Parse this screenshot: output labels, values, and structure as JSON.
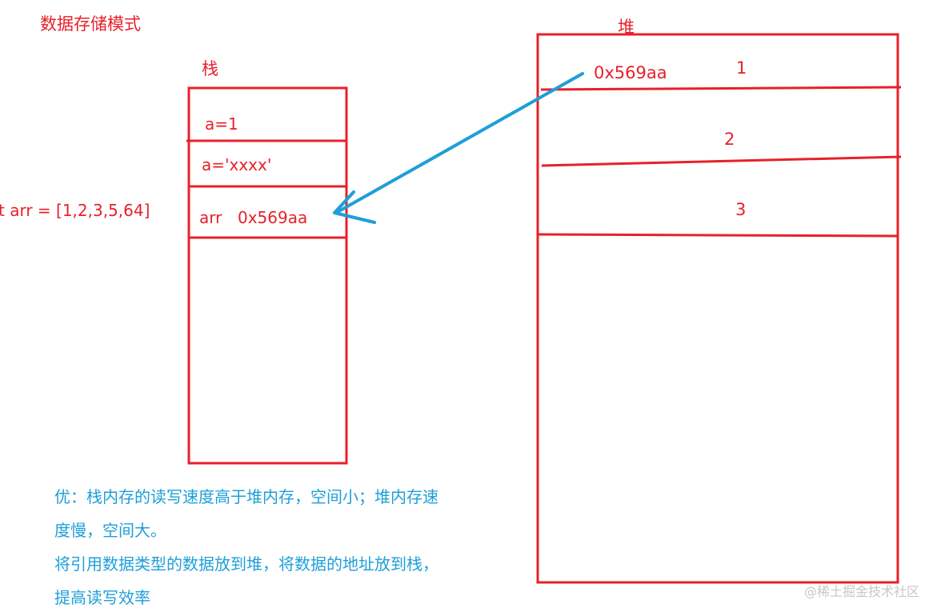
{
  "title": "数据存储模式",
  "stack": {
    "label": "栈",
    "cells": [
      {
        "text": "a=1"
      },
      {
        "text": "a='xxxx'"
      },
      {
        "name": "arr",
        "value": "0x569aa"
      }
    ]
  },
  "heap": {
    "label": "堆",
    "address": "0x569aa",
    "items": [
      "1",
      "2",
      "3"
    ]
  },
  "code": "t arr = [1,2,3,5,64]",
  "notes": [
    "优：栈内存的读写速度高于堆内存，空间小；堆内存速",
    "度慢，空间大。",
    "将引用数据类型的数据放到堆，将数据的地址放到栈，",
    "提高读写效率"
  ],
  "watermark": "@稀土掘金技术社区",
  "colors": {
    "red": "#e8202a",
    "blue": "#1e9fd8"
  }
}
